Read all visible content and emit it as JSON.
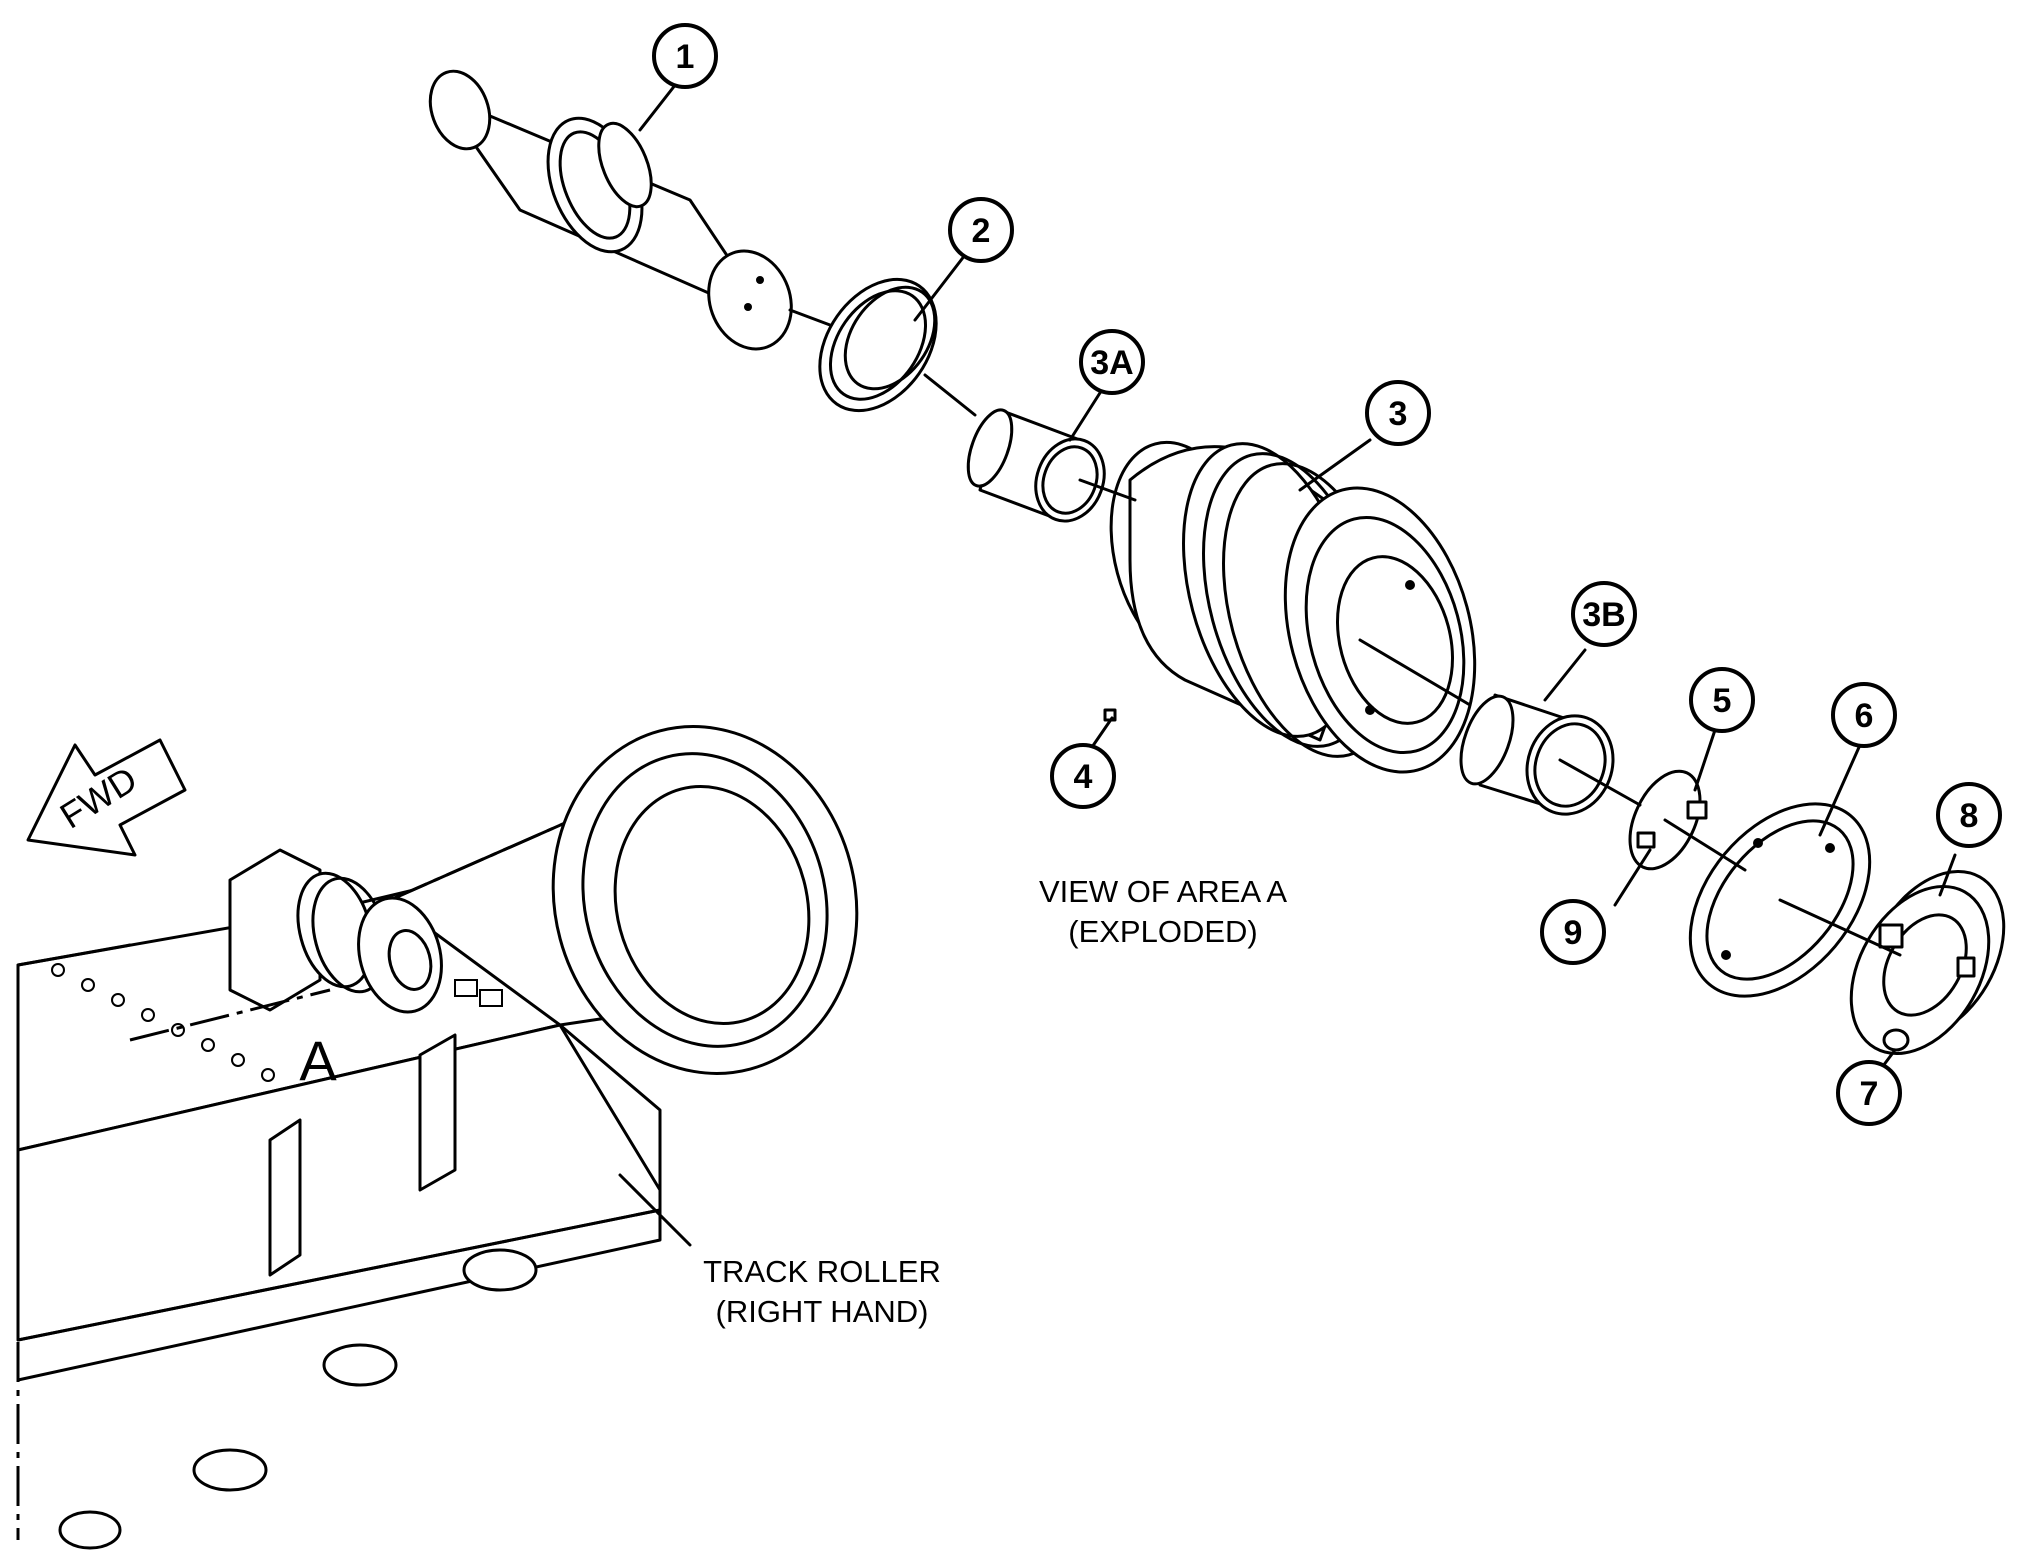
{
  "callouts": {
    "c1": "1",
    "c2": "2",
    "c3a": "3A",
    "c3": "3",
    "c3b": "3B",
    "c4": "4",
    "c5": "5",
    "c6": "6",
    "c7": "7",
    "c8": "8",
    "c9": "9"
  },
  "captions": {
    "view_line1": "VIEW OF AREA A",
    "view_line2": "(EXPLODED)",
    "roller_line1": "TRACK ROLLER",
    "roller_line2": "(RIGHT HAND)",
    "area_label": "A",
    "fwd_label": "FWD"
  }
}
